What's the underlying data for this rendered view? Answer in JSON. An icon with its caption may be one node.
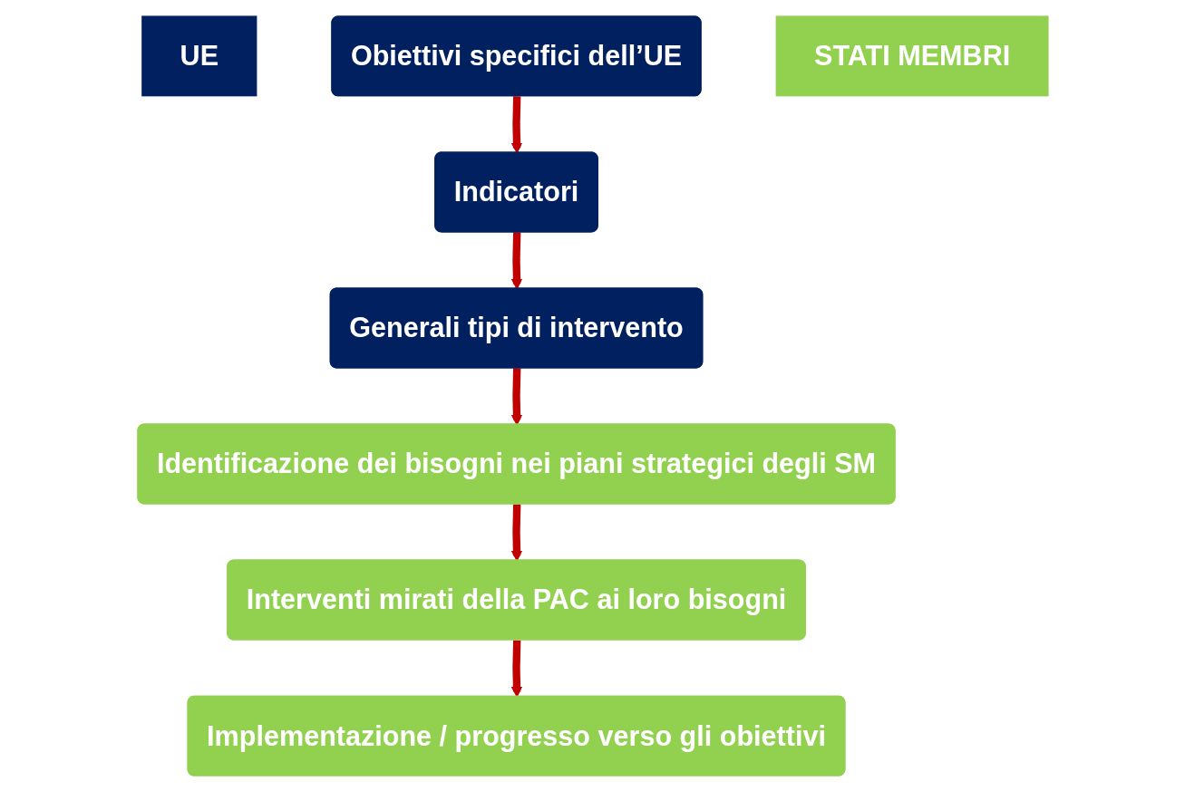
{
  "diagram": {
    "nodes": [
      {
        "text": [
          "UE"
        ]
      },
      {
        "text": [
          "Obiettivi specifici dell’UE"
        ]
      },
      {
        "text": [
          "Indicatori"
        ]
      },
      {
        "text": [
          "Generali tipi di intervento"
        ]
      },
      {
        "text": [
          "STATI MEMBRI"
        ]
      },
      {
        "text": [
          "Identificazione dei bisogni nei piani strategici degli SM"
        ]
      },
      {
        "text": [
          "Interventi mirati della PAC ai loro bisogni"
        ]
      },
      {
        "text": [
          "Implementazione / progresso verso gli obiettivi"
        ]
      }
    ],
    "edges": [
      {
        "from": 1,
        "to": 2,
        "arrow": "to"
      },
      {
        "from": 2,
        "to": 3,
        "arrow": "to"
      },
      {
        "from": 3,
        "to": 5,
        "arrow": "to"
      },
      {
        "from": 5,
        "to": 6,
        "arrow": "to"
      },
      {
        "from": 6,
        "to": 7,
        "arrow": "to"
      }
    ]
  }
}
